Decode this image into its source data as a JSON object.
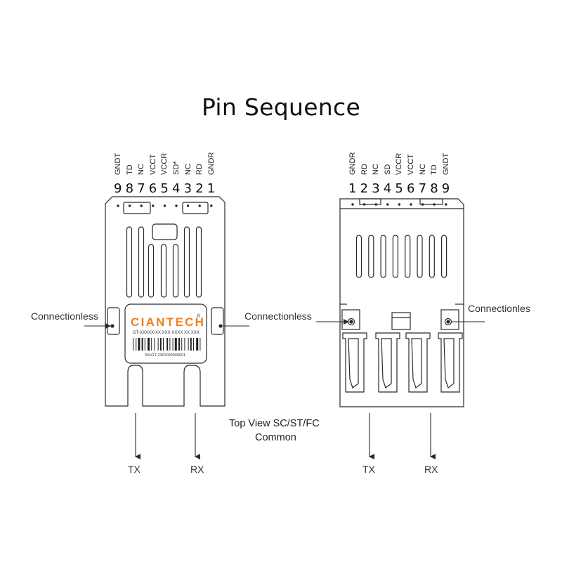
{
  "title": "Pin Sequence",
  "left_module": {
    "pin_names": [
      "GNDT",
      "TD",
      "NC",
      "VCCT",
      "VCCR",
      "SD*",
      "NC",
      "RD",
      "GNDR"
    ],
    "pin_numbers": [
      "9",
      "8",
      "7",
      "6",
      "5",
      "4",
      "3",
      "2",
      "1"
    ],
    "label_left": "Connectionless",
    "label_right": "Connectionless",
    "brand": "CIANTECH",
    "registered_mark": "®",
    "part_line": "GT-XXXXX-XX  XXX XXXX XX XXX",
    "serial_line": "SN:GT-2301090500001",
    "tx_label": "TX",
    "rx_label": "RX"
  },
  "right_module": {
    "pin_names": [
      "GNDR",
      "RD",
      "NC",
      "SD",
      "VCCR",
      "VCCT",
      "NC",
      "TD",
      "GNDT"
    ],
    "pin_numbers": [
      "1",
      "2",
      "3",
      "4",
      "5",
      "6",
      "7",
      "8",
      "9"
    ],
    "label_left": "Connectionless",
    "label_right": "Connectionles",
    "tx_label": "TX",
    "rx_label": "RX"
  },
  "caption_line1": "Top View SC/ST/FC",
  "caption_line2": "Common",
  "colors": {
    "outline": "#2a2a2a",
    "brand_orange": "#f07f1d",
    "text": "#333333"
  }
}
